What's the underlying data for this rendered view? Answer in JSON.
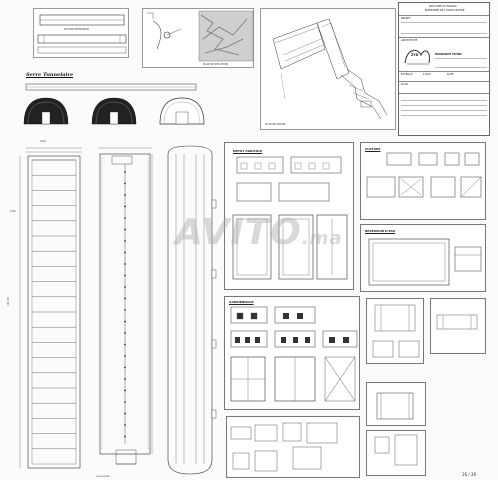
{
  "sheet": {
    "section_heading": "Serre Tunnelaire",
    "watermark": "AVITO",
    "watermark_suffix": ".ma",
    "page_number": "16 / 26"
  },
  "panels": {
    "agricultural_block_title": "DEPOT AGRICOLE",
    "guardhouse_title": "GARDIENNAGE",
    "fence_title": "CLOTURE",
    "water_tank_title": "RESERVOIR D'EAU",
    "location_plan_title": "PLAN DE SITUATION",
    "site_plan_title": "PLAN DE MASSE",
    "tunnel_plan_title": "VUE EN PLAN",
    "elevation_title": "FACADE PRINCIPALE"
  },
  "title_block": {
    "line1": "ROYAUME DU MAROC",
    "line2": "MINISTERE DE L'AGRICULTURE",
    "project_label": "PROJET",
    "logo_text": "ZYD",
    "architect_label": "ARCHITECTE",
    "architect_name": "BOUBAKER TAHIRI",
    "scale_label": "ECHELLE",
    "scale_value": "1/100",
    "date_label": "DATE",
    "plan_label": "PLAN"
  },
  "dimensions": {
    "tunnel_width": "9.60",
    "tunnel_length": "110.00",
    "bay": "5.00"
  },
  "colors": {
    "line": "#333333",
    "paper": "#ffffff",
    "watermark": "#aaaaaa"
  }
}
